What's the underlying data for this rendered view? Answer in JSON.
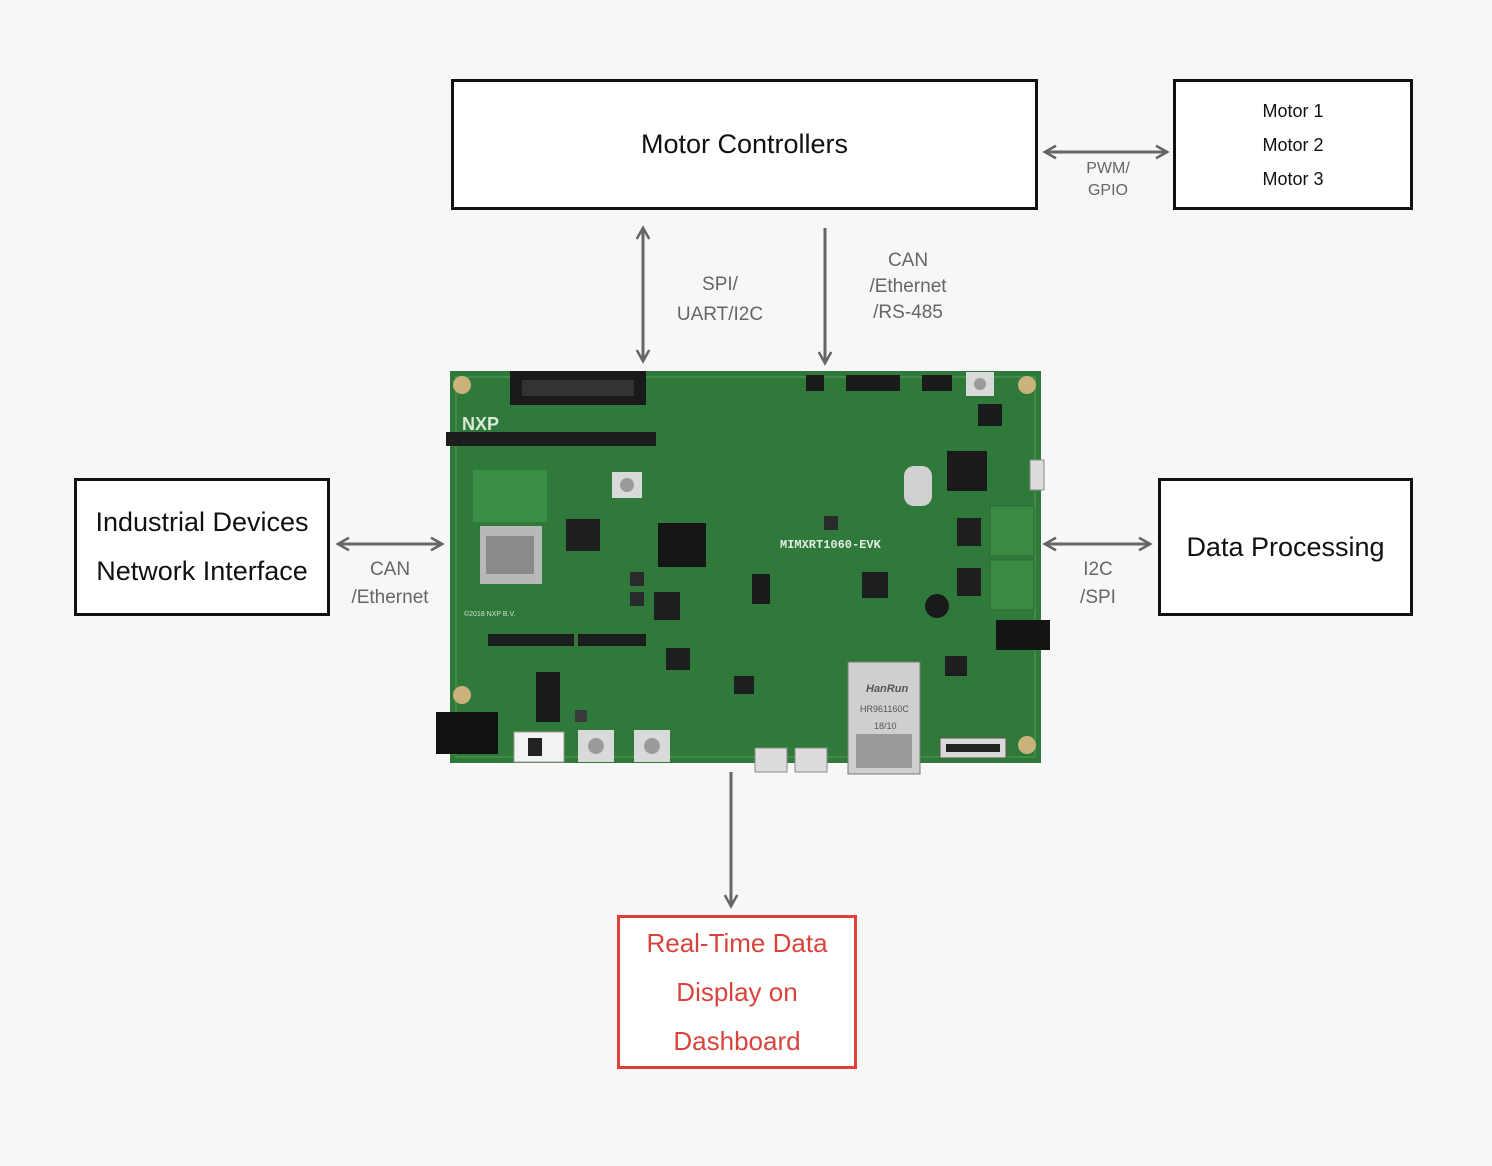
{
  "boxes": {
    "motor_controllers": "Motor Controllers",
    "motors": [
      "Motor 1",
      "Motor 2",
      "Motor 3"
    ],
    "industrial": [
      "Industrial Devices",
      "Network Interface"
    ],
    "data_processing": "Data Processing",
    "dashboard": [
      "Real-Time Data",
      "Display on",
      "Dashboard"
    ]
  },
  "links": {
    "pwm": [
      "PWM/",
      "GPIO"
    ],
    "spi": [
      "SPI/",
      "UART/I2C"
    ],
    "can_top": [
      "CAN",
      "/Ethernet",
      "/RS-485"
    ],
    "can_left": [
      "CAN",
      "/Ethernet"
    ],
    "i2c": [
      "I2C",
      "/SPI"
    ]
  },
  "board": {
    "logo": "NXP",
    "model": "MIMXRT1060-EVK",
    "copyright": "©2018 NXP B.V.",
    "eth_brand": "HanRun",
    "eth_model": "HR961160C",
    "eth_date": "18/10"
  },
  "colors": {
    "accent": "#e0403a",
    "arrow": "#666666",
    "pcb": "#2f7a3a"
  }
}
